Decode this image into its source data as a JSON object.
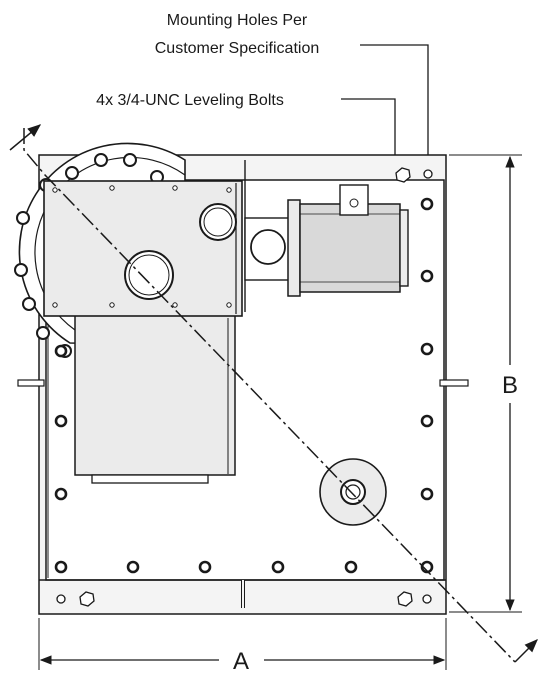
{
  "callouts": {
    "mounting_holes_line1": "Mounting Holes Per",
    "mounting_holes_line2": "Customer Specification",
    "leveling_bolts": "4x 3/4-UNC Leveling Bolts"
  },
  "dimensions": {
    "width_label": "A",
    "height_label": "B"
  },
  "colors": {
    "stroke": "#1a1a1a",
    "panel_fill": "#ebebeb",
    "motor_fill": "#d9d9d9",
    "base_fill": "#f4f4f4"
  }
}
